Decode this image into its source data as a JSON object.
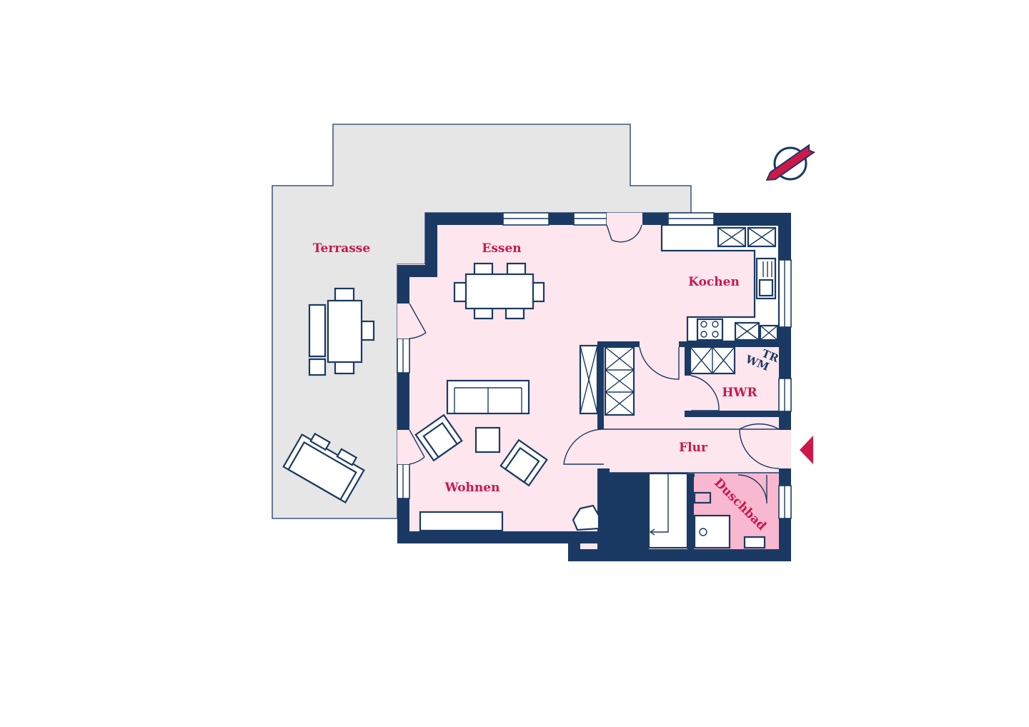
{
  "rooms": {
    "terrasse": "Terrasse",
    "essen": "Essen",
    "kochen": "Kochen",
    "wohnen": "Wohnen",
    "hwr": "HWR",
    "flur": "Flur",
    "duschbad": "Duschbad"
  },
  "appliances": {
    "tr": "TR",
    "wm": "WM"
  },
  "colors": {
    "wall": "#1b3a63",
    "floor": "#fde6ee",
    "bath": "#f8b8cf",
    "terrace": "#e6e6e6",
    "label": "#c8184d",
    "accent": "#d0174a"
  },
  "icons": {
    "compass": "compass-north-arrow-icon",
    "entrance": "entrance-triangle-icon"
  }
}
